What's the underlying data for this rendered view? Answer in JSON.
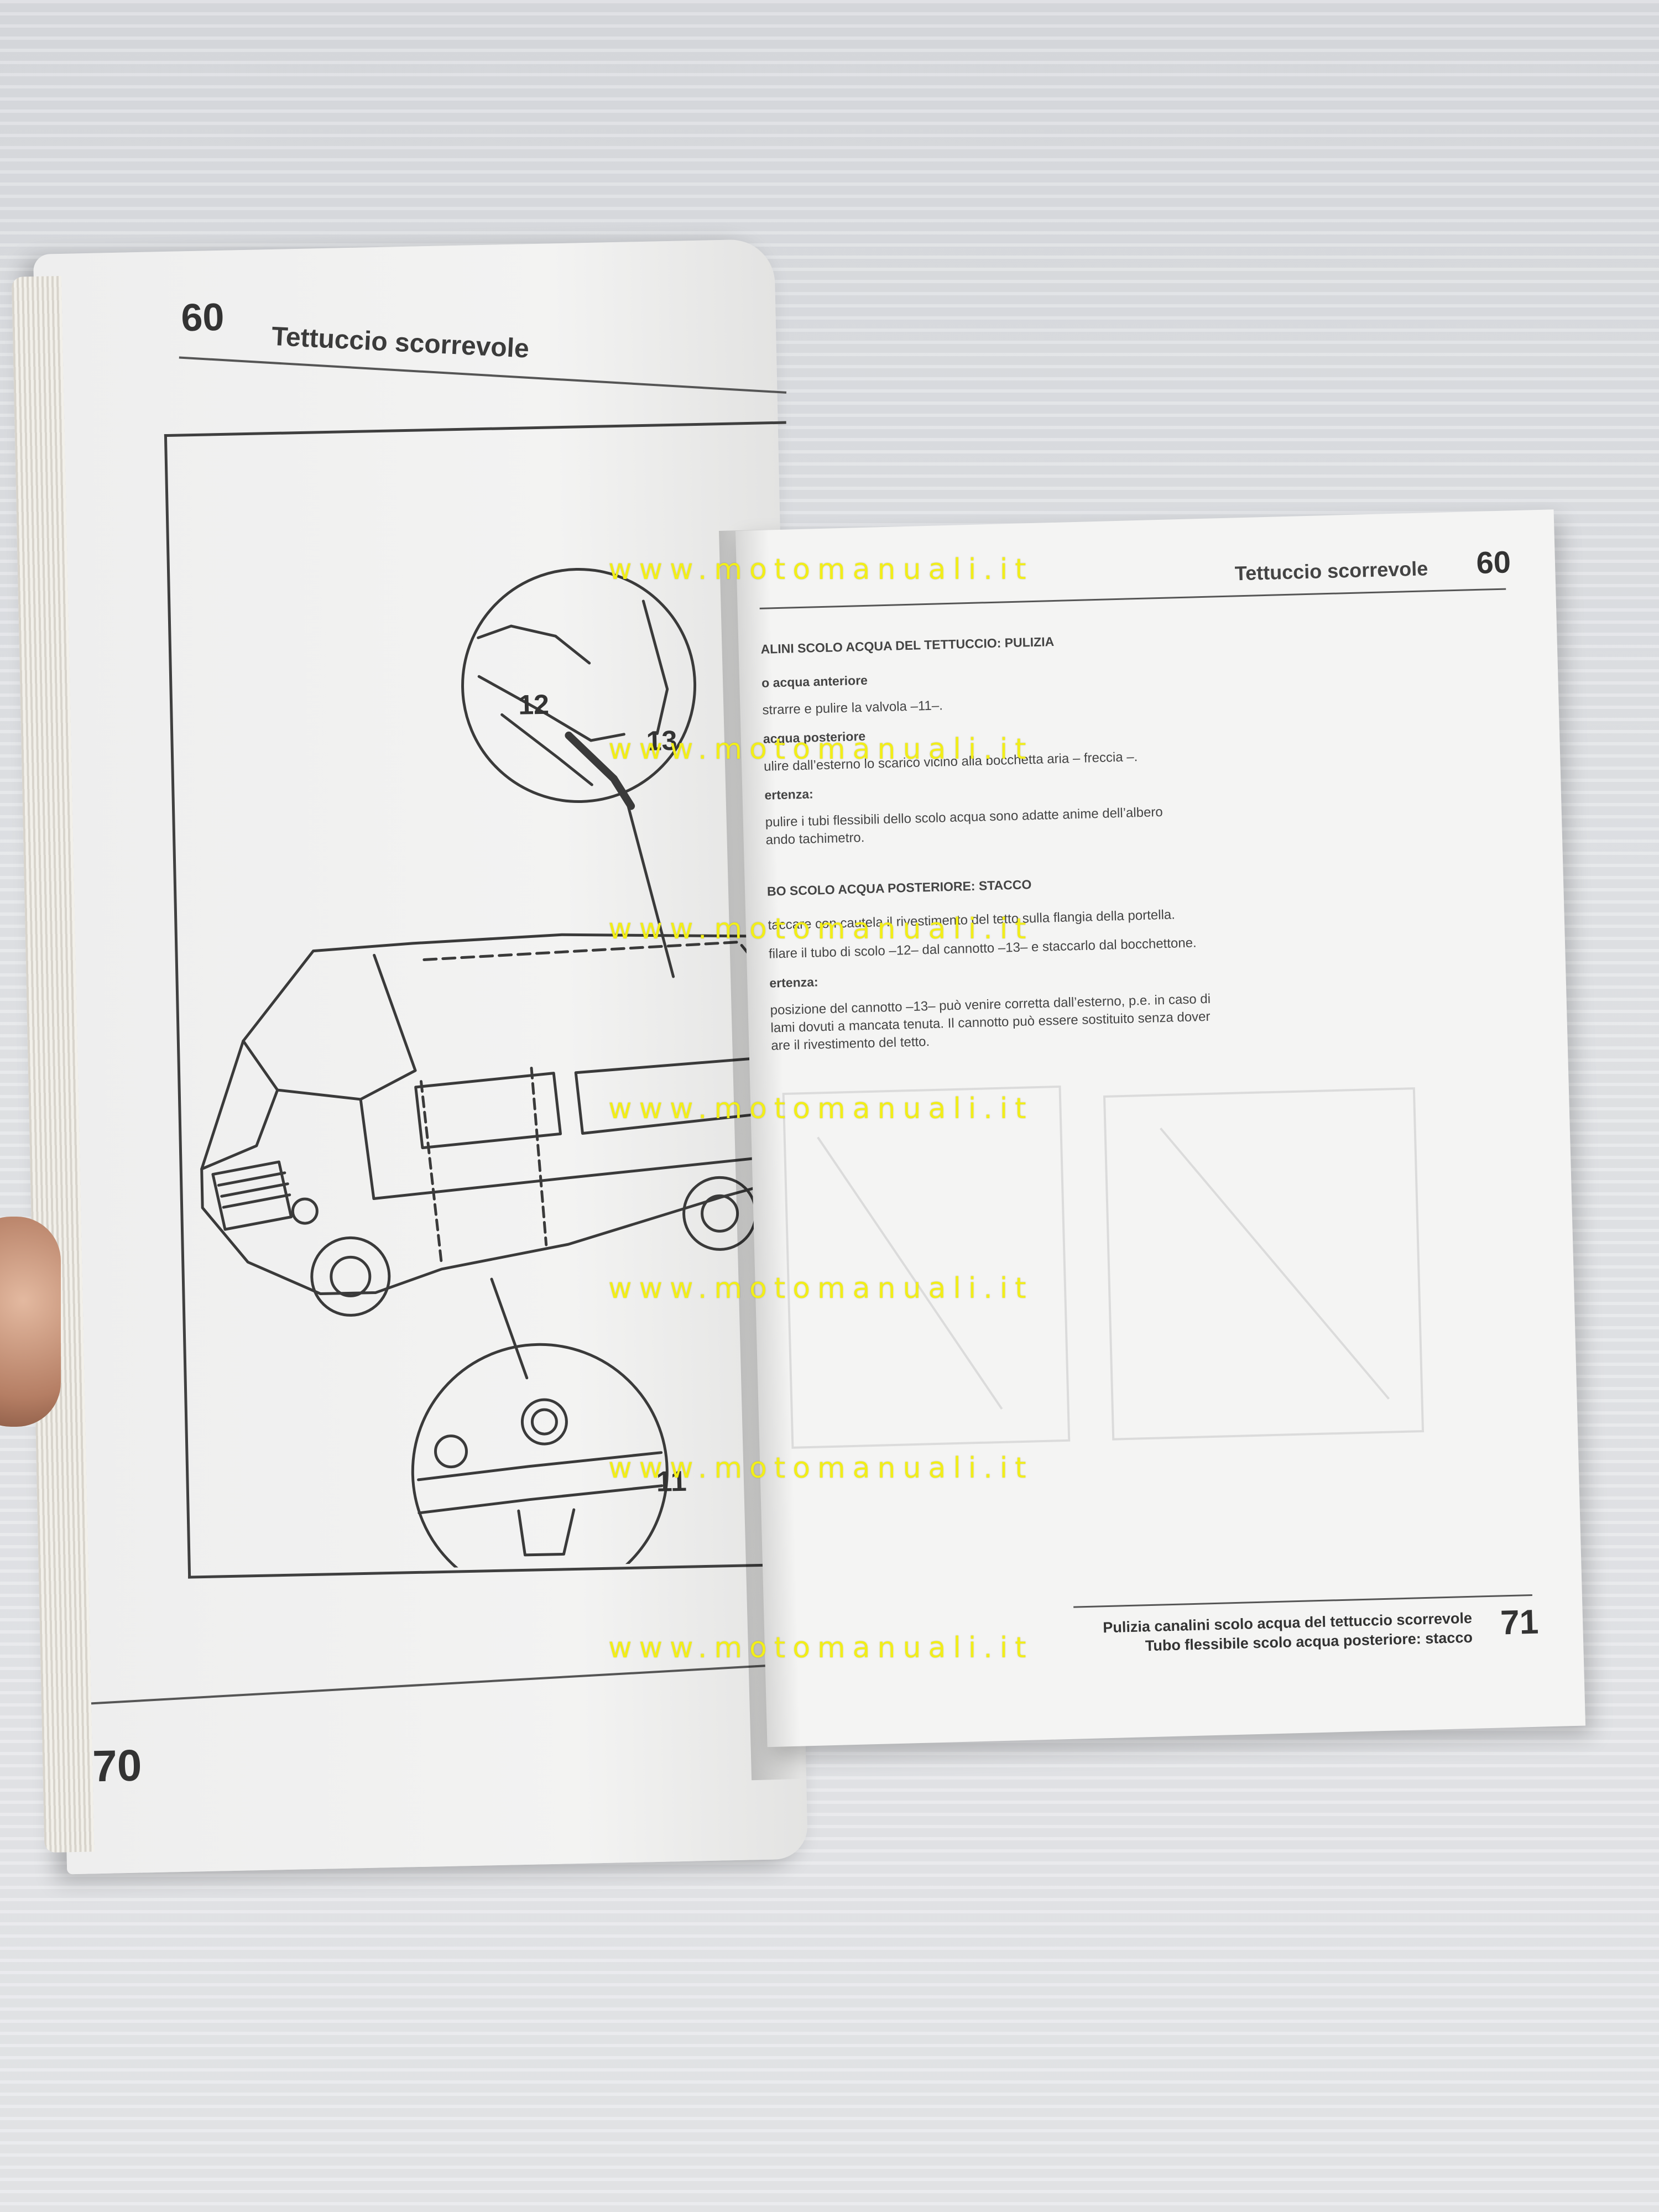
{
  "left_page": {
    "chapter_number": "60",
    "chapter_title": "Tettuccio scorrevole",
    "callouts": [
      "12",
      "13",
      "11"
    ],
    "page_number": "70"
  },
  "right_page": {
    "chapter_title": "Tettuccio scorrevole",
    "chapter_number": "60",
    "section1_heading": "ALINI SCOLO ACQUA DEL TETTUCCIO: PULIZIA",
    "subheading_front": "o acqua anteriore",
    "text_1": "strarre e pulire la valvola –11–.",
    "subheading_rear": "acqua posteriore",
    "text_2": "ulire dall’esterno lo scarico vicino alla bocchetta aria – freccia –.",
    "note_1_label": "ertenza:",
    "note_1_text_a": "pulire i tubi flessibili dello scolo acqua sono adatte anime dell’albero",
    "note_1_text_b": "ando tachimetro.",
    "section2_heading": "BO SCOLO ACQUA POSTERIORE: STACCO",
    "text_3": "taccare con cautela il rivestimento del tetto sulla flangia della portella.",
    "text_4": "filare il tubo di scolo –12– dal cannotto –13– e staccarlo dal bocchettone.",
    "note_2_label": "ertenza:",
    "note_2_text_a": "posizione del cannotto –13– può venire corretta dall’esterno, p.e. in caso di",
    "note_2_text_b": "lami dovuti a mancata tenuta. Il cannotto può essere sostituito senza dover",
    "note_2_text_c": "are il rivestimento del tetto.",
    "footer_line_1": "Pulizia canalini scolo acqua del tettuccio scorrevole",
    "footer_line_2": "Tubo flessibile scolo acqua posteriore: stacco",
    "page_number": "71"
  },
  "watermark": "www.motomanuali.it",
  "colors": {
    "watermark": "#f2ee18",
    "paper": "#f4f4f3",
    "ink": "#333333",
    "background": "#dfe1e4"
  }
}
